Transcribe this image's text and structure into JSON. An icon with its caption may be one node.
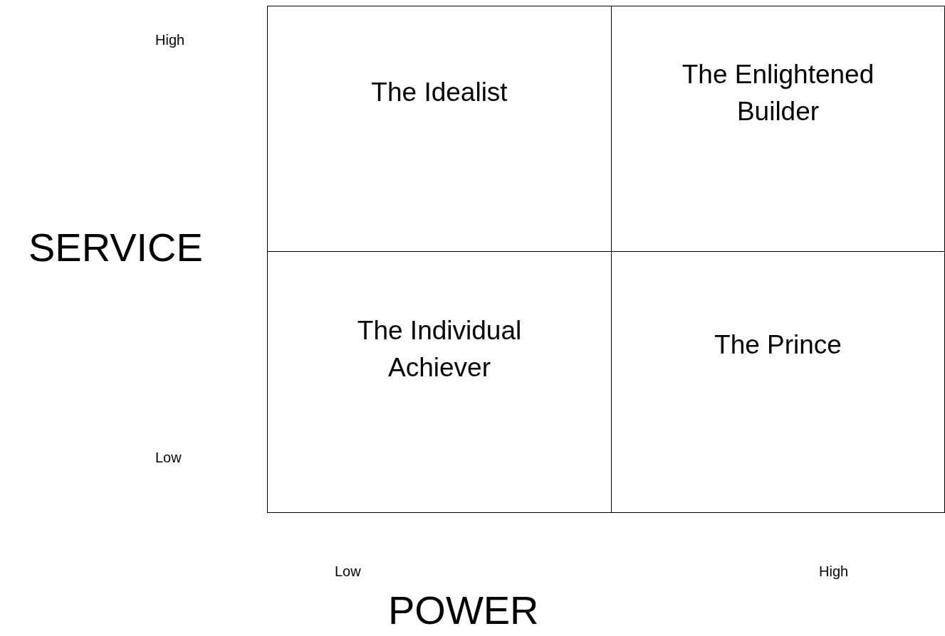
{
  "diagram": {
    "nodes": [
      {
        "text": [
          "The Idealist"
        ]
      },
      {
        "text": [
          "The Enlightened Builder"
        ]
      },
      {
        "text": [
          "The Individual Achiever"
        ]
      },
      {
        "text": [
          "The Prince"
        ]
      }
    ],
    "labels": [
      "High",
      "SERVICE",
      "Low",
      "Low",
      "High",
      "POWER"
    ]
  }
}
